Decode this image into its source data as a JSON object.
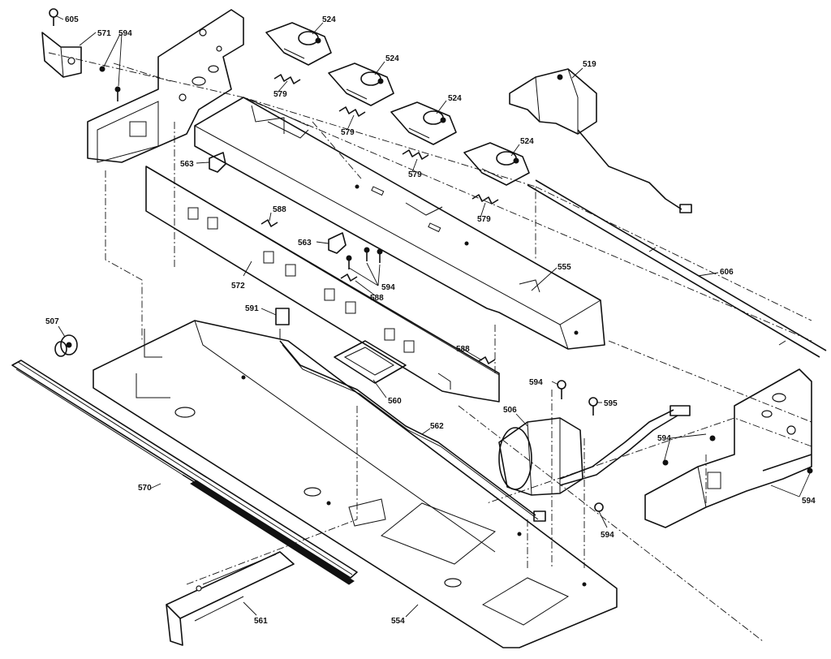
{
  "labels": {
    "p605": "605",
    "p571": "571",
    "p594_top": "594",
    "p524_a": "524",
    "p524_b": "524",
    "p524_c": "524",
    "p524_d": "524",
    "p519": "519",
    "p579_a": "579",
    "p579_b": "579",
    "p579_c": "579",
    "p579_d": "579",
    "p563_a": "563",
    "p563_b": "563",
    "p588_a": "588",
    "p588_b": "588",
    "p588_c": "588",
    "p594_mid": "594",
    "p572": "572",
    "p555": "555",
    "p606": "606",
    "p591": "591",
    "p507": "507",
    "p560": "560",
    "p594_motor": "594",
    "p595": "595",
    "p506": "506",
    "p562": "562",
    "p594_right": "594",
    "p594_rightbot": "594",
    "p594_bot": "594",
    "p570": "570",
    "p561": "561",
    "p554": "554"
  }
}
